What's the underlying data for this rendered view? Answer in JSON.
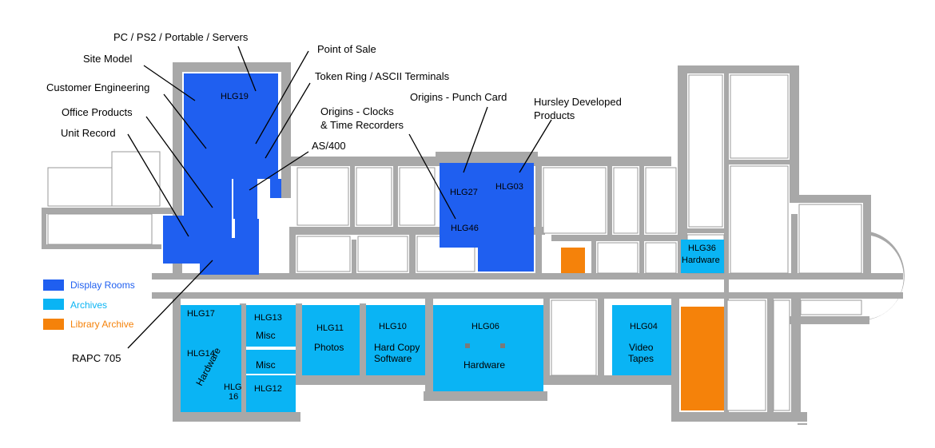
{
  "colors": {
    "display": "#1f5ff0",
    "archive": "#0ab4f4",
    "library": "#f5820a",
    "wall": "#a8a8a8",
    "legend_display_text": "#1f5ff0",
    "legend_archive_text": "#0ab4f4",
    "legend_library_text": "#f5820a"
  },
  "legend": {
    "display": "Display Rooms",
    "archives": "Archives",
    "library": "Library Archive"
  },
  "callouts": {
    "pc": "PC / PS2 / Portable / Servers",
    "site_model": "Site Model",
    "customer_eng": "Customer Engineering",
    "office": "Office Products",
    "unit_record": "Unit Record",
    "pos": "Point of Sale",
    "token_ring": "Token Ring / ASCII Terminals",
    "as400": "AS/400",
    "origins_clocks_1": "Origins - Clocks",
    "origins_clocks_2": "& Time Recorders",
    "origins_punch": "Origins - Punch Card",
    "hursley_1": "Hursley Developed",
    "hursley_2": "Products",
    "rapc": "RAPC 705"
  },
  "rooms": {
    "hlg19": "HLG19",
    "hlg27": "HLG27",
    "hlg03": "HLG03",
    "hlg46": "HLG46",
    "hlg36": "HLG36",
    "hlg36_desc": "Hardware",
    "hlg17": "HLG17",
    "hlg13": "HLG13",
    "hlg13_desc": "Misc",
    "hlg14": "HLG14",
    "hlg14_desc": "Hardware",
    "misc": "Misc",
    "hlg16_a": "HLG",
    "hlg16_b": "16",
    "hlg12": "HLG12",
    "hlg11": "HLG11",
    "hlg11_desc": "Photos",
    "hlg10": "HLG10",
    "hlg10_desc_1": "Hard Copy",
    "hlg10_desc_2": "Software",
    "hlg06": "HLG06",
    "hlg06_desc": "Hardware",
    "hlg04": "HLG04",
    "hlg04_desc_1": "Video",
    "hlg04_desc_2": "Tapes"
  }
}
